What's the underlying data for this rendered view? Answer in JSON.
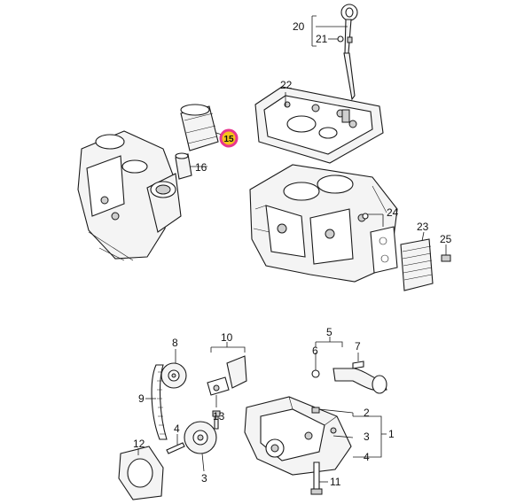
{
  "callouts": {
    "c1": "1",
    "c2": "2",
    "c3": "3",
    "c3b": "3",
    "c4": "4",
    "c4b": "4",
    "c5": "5",
    "c6": "6",
    "c7": "7",
    "c8": "8",
    "c9": "9",
    "c10": "10",
    "c11": "11",
    "c12": "12",
    "c13": "13",
    "c15": "15",
    "c16": "16",
    "c20": "20",
    "c21": "21",
    "c22": "22",
    "c23": "23",
    "c24": "24",
    "c25": "25"
  },
  "colors": {
    "highlight": "#e8358f",
    "highlight_fill": "#f6c21a"
  }
}
